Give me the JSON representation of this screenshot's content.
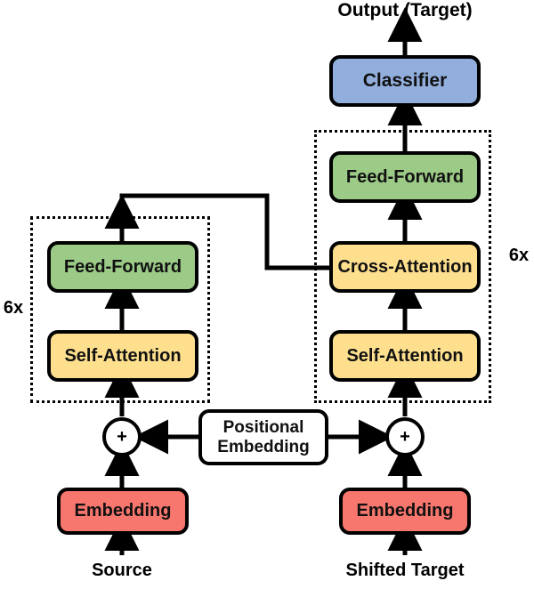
{
  "diagram": {
    "title_text": "Output (Target)",
    "colors": {
      "classifier": "#92AEDC",
      "feed_forward": "#9CCA87",
      "attention": "#FDDF8E",
      "embedding": "#F7766D",
      "positional": "#FFFFFF",
      "stroke": "#000000",
      "background": "#FFFFFF"
    },
    "encoder": {
      "repeat_label": "6x",
      "blocks": [
        {
          "label": "Feed-Forward",
          "color_key": "feed_forward"
        },
        {
          "label": "Self-Attention",
          "color_key": "attention"
        }
      ],
      "input_label": "Source",
      "embedding_label": "Embedding",
      "plus_symbol": "+"
    },
    "decoder": {
      "repeat_label": "6x",
      "blocks": [
        {
          "label": "Feed-Forward",
          "color_key": "feed_forward"
        },
        {
          "label": "Cross-Attention",
          "color_key": "attention"
        },
        {
          "label": "Self-Attention",
          "color_key": "attention"
        }
      ],
      "input_label": "Shifted Target",
      "embedding_label": "Embedding",
      "plus_symbol": "+"
    },
    "head": {
      "classifier_label": "Classifier",
      "output_label": "Output (Target)"
    },
    "positional": {
      "line1": "Positional",
      "line2": "Embedding"
    }
  }
}
